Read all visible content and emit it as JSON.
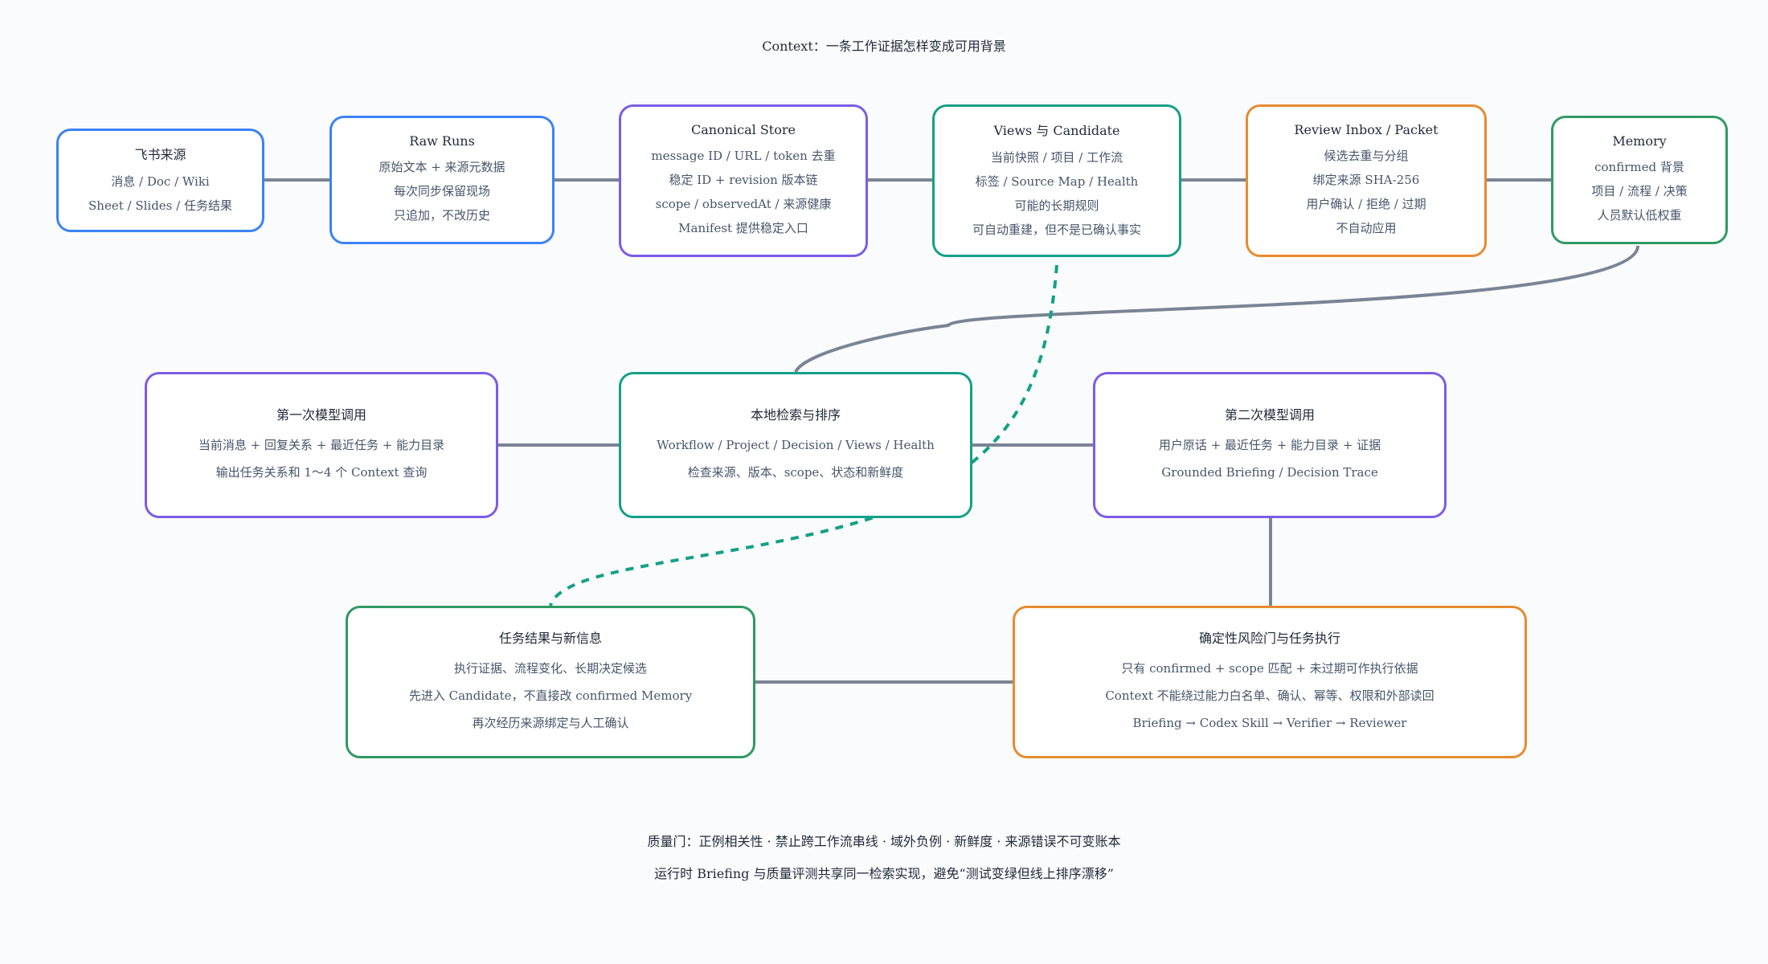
{
  "title": "Context：一条工作证据怎样变成可用背景",
  "colors": {
    "blue": "#3b82f6",
    "purple": "#7c5ce6",
    "teal": "#14a088",
    "orange": "#e88a2e",
    "green": "#2f9a63",
    "connector": "#7b8494",
    "dashed": "#14a088"
  },
  "nodes": {
    "feishu": {
      "title": "飞书来源",
      "lines": [
        "消息 / Doc / Wiki",
        "Sheet / Slides / 任务结果"
      ]
    },
    "raw_runs": {
      "title": "Raw Runs",
      "lines": [
        "原始文本 + 来源元数据",
        "每次同步保留现场",
        "只追加，不改历史"
      ]
    },
    "canonical_store": {
      "title": "Canonical Store",
      "lines": [
        "message ID / URL / token 去重",
        "稳定 ID + revision 版本链",
        "scope / observedAt / 来源健康",
        "Manifest 提供稳定入口"
      ]
    },
    "views_candidate": {
      "title": "Views 与 Candidate",
      "lines": [
        "当前快照 / 项目 / 工作流",
        "标签 / Source Map / Health",
        "可能的长期规则",
        "可自动重建，但不是已确认事实"
      ]
    },
    "review_inbox": {
      "title": "Review Inbox / Packet",
      "lines": [
        "候选去重与分组",
        "绑定来源 SHA-256",
        "用户确认 / 拒绝 / 过期",
        "不自动应用"
      ]
    },
    "memory": {
      "title": "Memory",
      "lines": [
        "confirmed 背景",
        "项目 / 流程 / 决策",
        "人员默认低权重"
      ]
    },
    "first_call": {
      "title": "第一次模型调用",
      "lines": [
        "当前消息 + 回复关系 + 最近任务 + 能力目录",
        "输出任务关系和 1～4 个 Context 查询"
      ]
    },
    "local_search": {
      "title": "本地检索与排序",
      "lines": [
        "Workflow / Project / Decision / Views / Health",
        "检查来源、版本、scope、状态和新鲜度"
      ]
    },
    "second_call": {
      "title": "第二次模型调用",
      "lines": [
        "用户原话 + 最近任务 + 能力目录 + 证据",
        "Grounded Briefing / Decision Trace"
      ]
    },
    "task_results": {
      "title": "任务结果与新信息",
      "lines": [
        "执行证据、流程变化、长期决定候选",
        "先进入 Candidate，不直接改 confirmed Memory",
        "再次经历来源绑定与人工确认"
      ]
    },
    "risk_gate": {
      "title": "确定性风险门与任务执行",
      "lines": [
        "只有 confirmed + scope 匹配 + 未过期可作执行依据",
        "Context 不能绕过能力白名单、确认、幂等、权限和外部读回",
        "Briefing → Codex Skill → Verifier → Reviewer"
      ]
    }
  },
  "footer": {
    "line1": "质量门：正例相关性 · 禁止跨工作流串线 · 域外负例 · 新鲜度 · 来源错误不可变账本",
    "line2": "运行时 Briefing 与质量评测共享同一检索实现，避免“测试变绿但线上排序漂移”"
  }
}
